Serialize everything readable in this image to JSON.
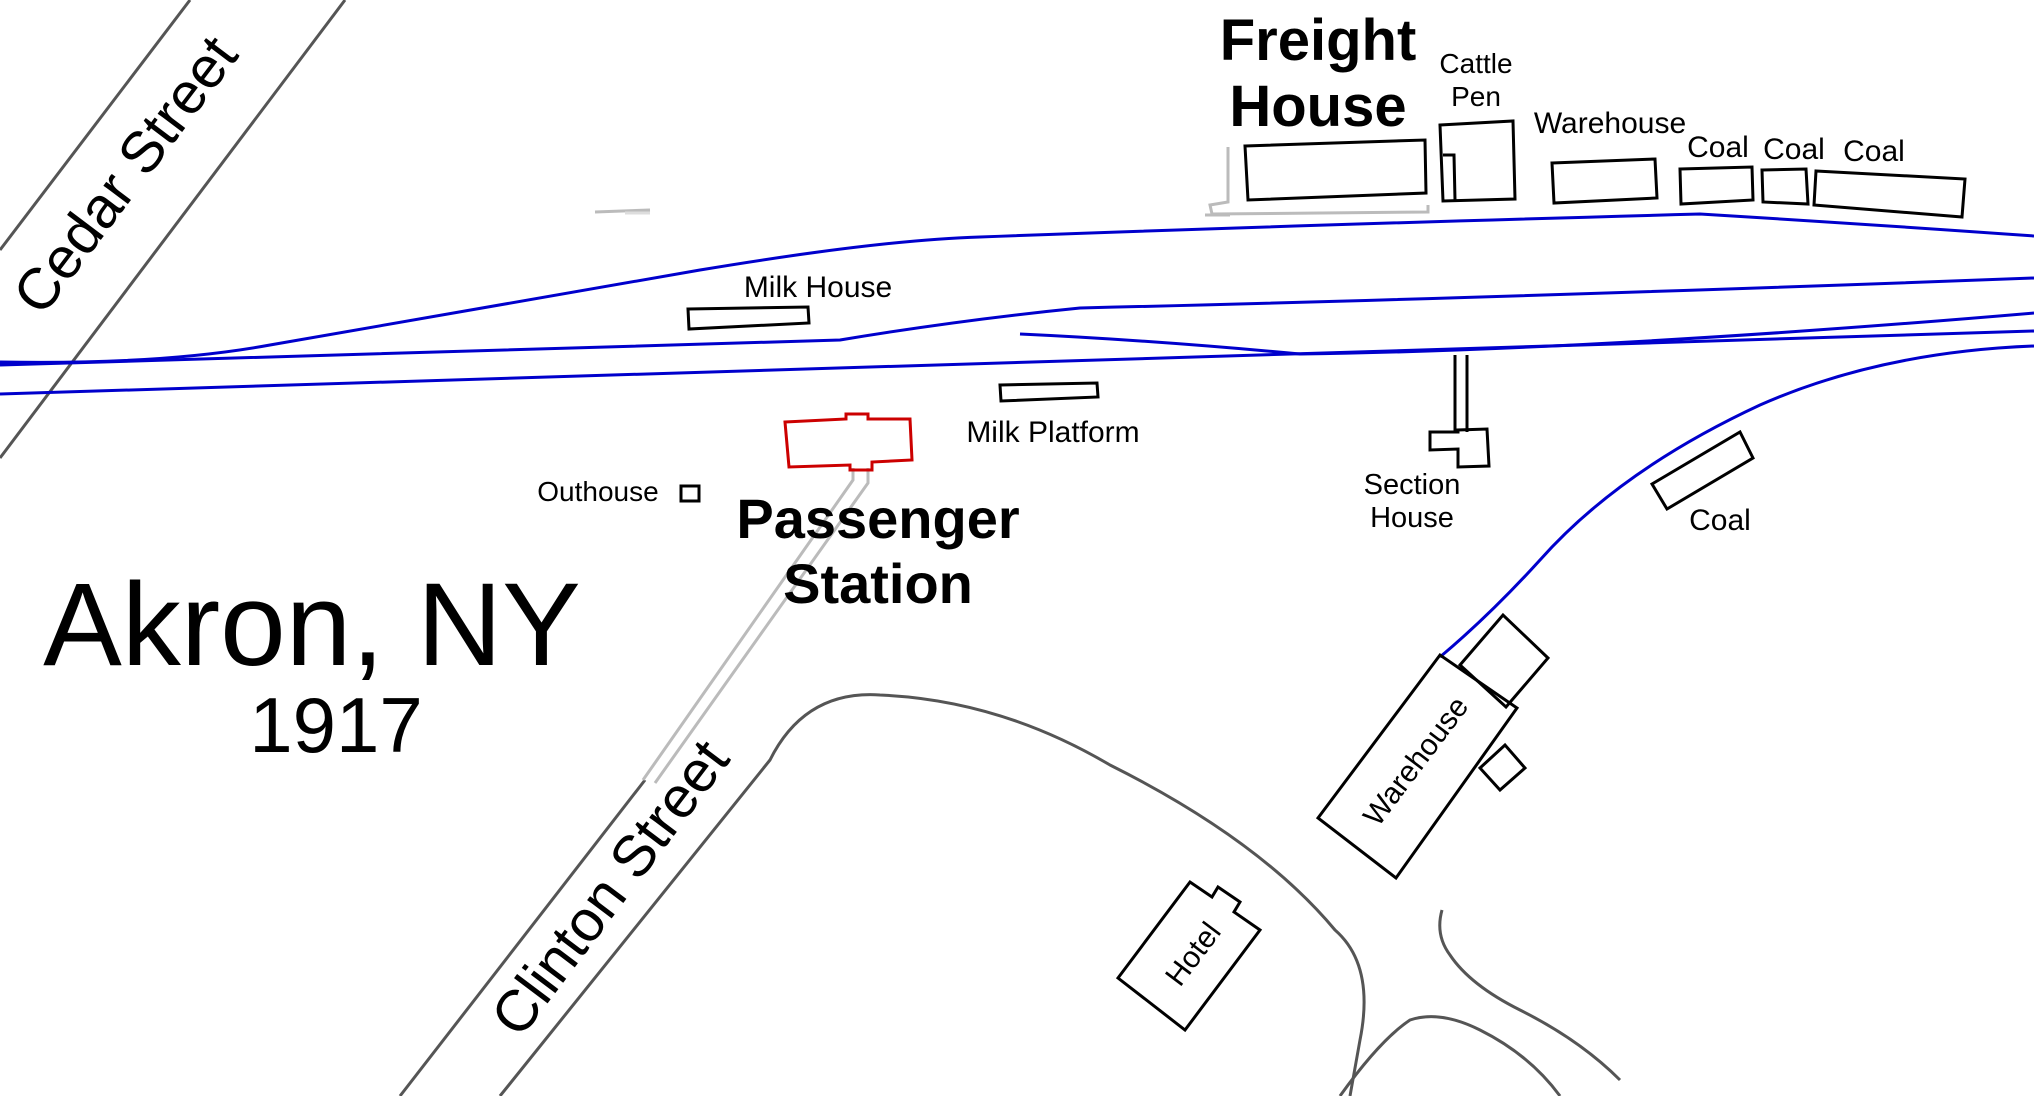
{
  "title": "Akron, NY",
  "year": "1917",
  "streets": {
    "cedar": "Cedar Street",
    "clinton": "Clinton Street"
  },
  "buildings": {
    "freight_house_line1": "Freight",
    "freight_house_line2": "House",
    "cattle_pen_line1": "Cattle",
    "cattle_pen_line2": "Pen",
    "warehouse_north": "Warehouse",
    "coal_1": "Coal",
    "coal_2": "Coal",
    "coal_3": "Coal",
    "milk_house": "Milk House",
    "milk_platform": "Milk Platform",
    "outhouse": "Outhouse",
    "passenger_station_line1": "Passenger",
    "passenger_station_line2": "Station",
    "section_house_line1": "Section",
    "section_house_line2": "House",
    "coal_east": "Coal",
    "warehouse_south": "Warehouse",
    "hotel": "Hotel"
  },
  "colors": {
    "track": "#0000cc",
    "road": "#555555",
    "building_outline": "#000000",
    "station_outline": "#cc0000",
    "platform": "#bbbbbb"
  }
}
